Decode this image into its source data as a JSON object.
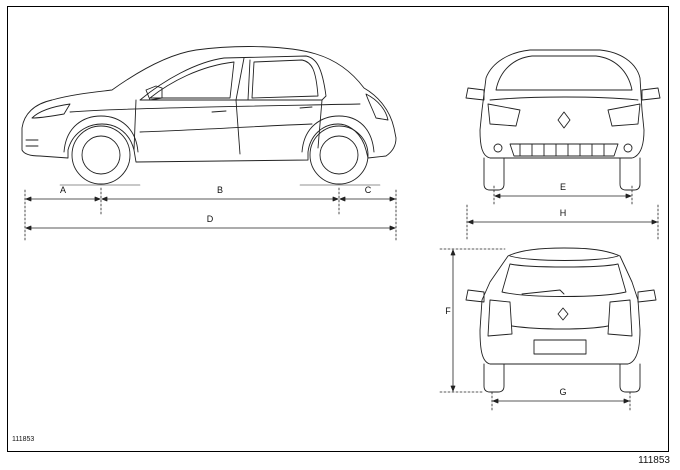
{
  "figure_ref_inner": "111853",
  "figure_ref_outer": "111853",
  "labels": {
    "A": "A",
    "B": "B",
    "C": "C",
    "D": "D",
    "E": "E",
    "F": "F",
    "G": "G",
    "H": "H"
  }
}
